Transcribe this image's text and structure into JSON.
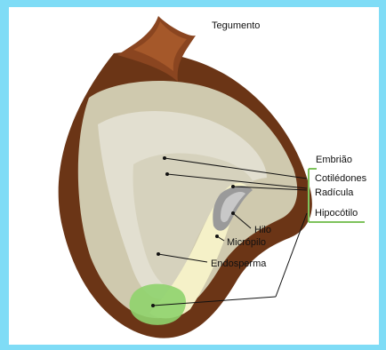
{
  "labels": {
    "tegumento": "Tegumento",
    "embriao": "Embrião",
    "cotiledones": "Cotilédones",
    "radicula": "Radícula",
    "hipocotilo": "Hipocótilo",
    "hilo": "Hilo",
    "micropilo": "Micrópilo",
    "endosperma": "Endosperma"
  },
  "colors": {
    "background": "#7fdcf6",
    "seed_coat": "#6b3516",
    "seed_coat_highlight": "#a5582a",
    "endosperm": "#cfc9ae",
    "cotyledon": "#e2dfd0",
    "radicle": "#f5f1c8",
    "hilum": "#9a9a9a",
    "hypocotyl_tip": "#8fd36d",
    "bracket": "#7ec35c"
  }
}
